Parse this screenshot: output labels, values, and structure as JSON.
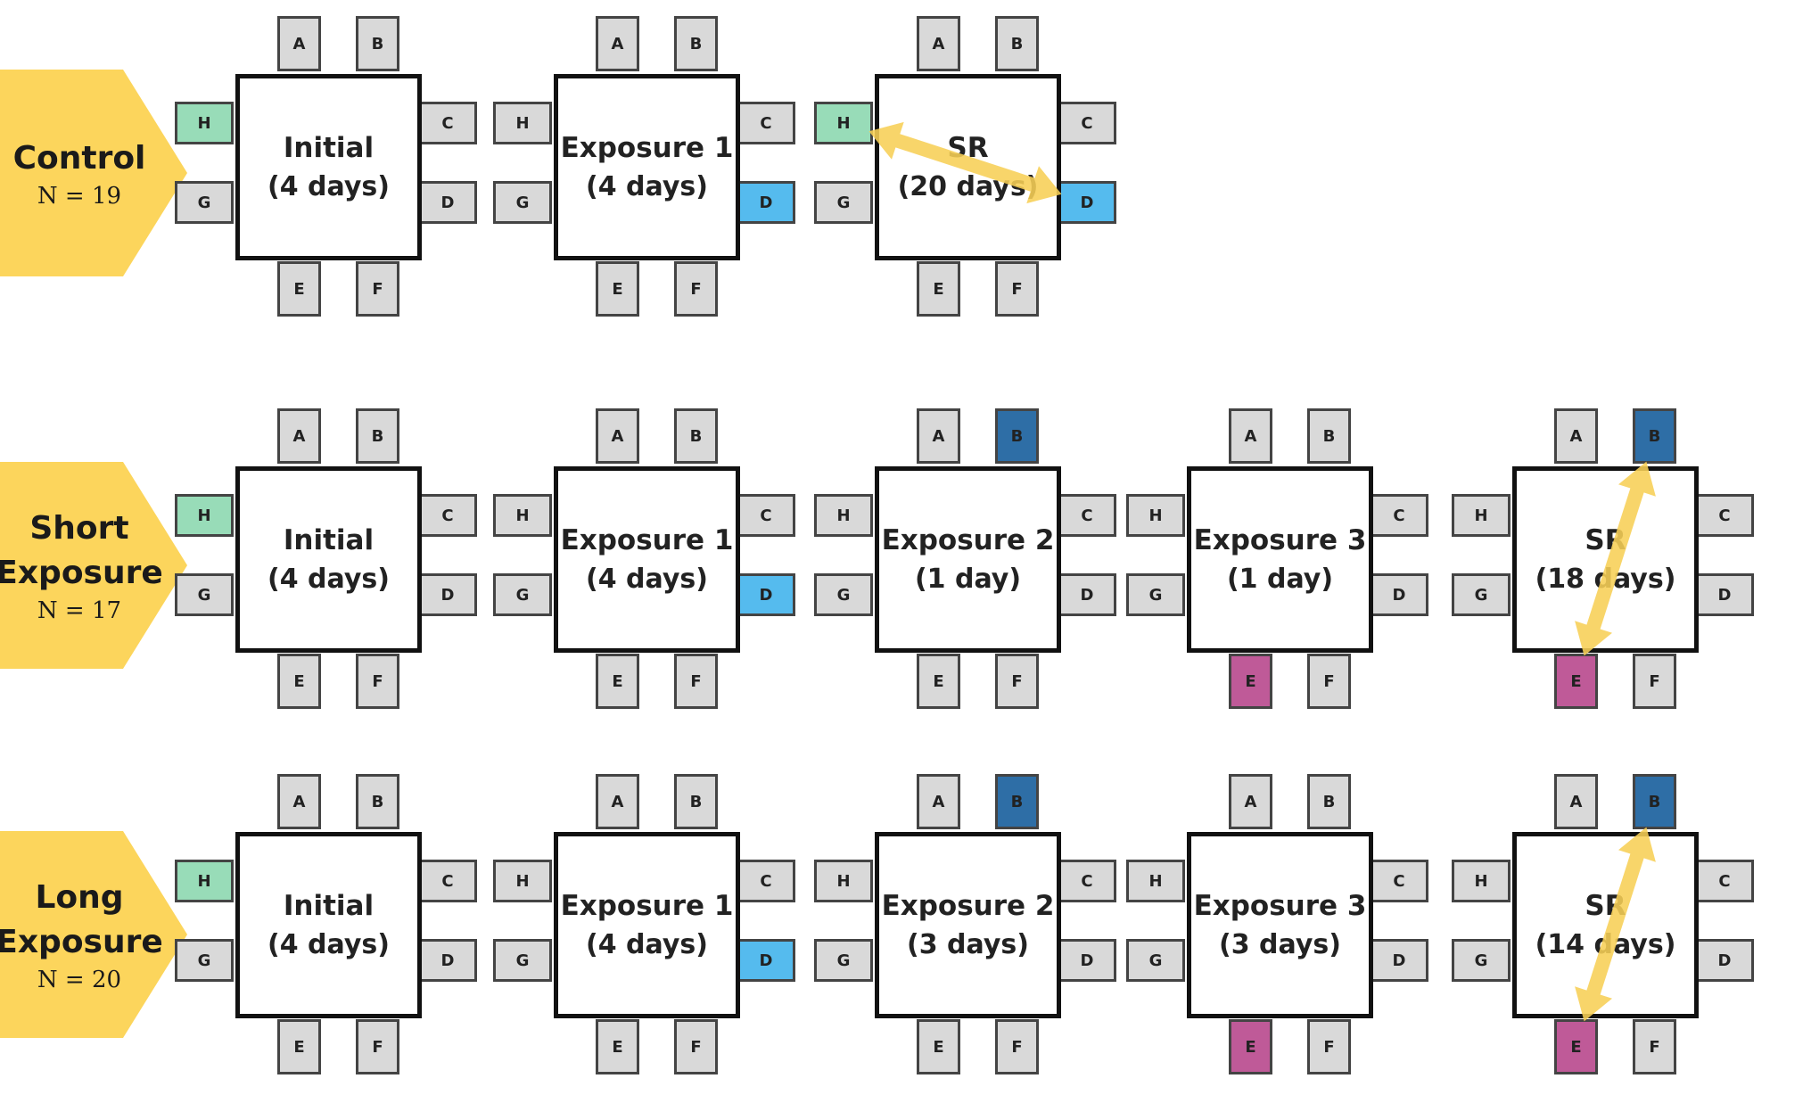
{
  "colors": {
    "label_bg": "#fcd55c",
    "port_default": "#d9d9d9",
    "green": "#98dcb8",
    "light_blue": "#55bbee",
    "dark_blue": "#2e6ea6",
    "magenta": "#bf5a98",
    "arrow": "#f7cf55"
  },
  "rows": [
    {
      "label_lines": [
        "Control"
      ],
      "count": "N = 19",
      "arenas": [
        {
          "name": "Initial",
          "duration": "(4 days)",
          "colored": {
            "H": "green"
          }
        },
        {
          "name": "Exposure 1",
          "duration": "(4 days)",
          "colored": {
            "D": "light_blue"
          }
        },
        {
          "name": "SR",
          "duration": "(20 days)",
          "colored": {
            "H": "green",
            "D": "light_blue"
          },
          "arrow": [
            "H",
            "D"
          ]
        }
      ]
    },
    {
      "label_lines": [
        "Short",
        "Exposure"
      ],
      "count": "N = 17",
      "arenas": [
        {
          "name": "Initial",
          "duration": "(4 days)",
          "colored": {
            "H": "green"
          }
        },
        {
          "name": "Exposure 1",
          "duration": "(4 days)",
          "colored": {
            "D": "light_blue"
          }
        },
        {
          "name": "Exposure 2",
          "duration": "(1 day)",
          "colored": {
            "B": "dark_blue"
          }
        },
        {
          "name": "Exposure 3",
          "duration": "(1 day)",
          "colored": {
            "E": "magenta"
          }
        },
        {
          "name": "SR",
          "duration": "(18 days)",
          "colored": {
            "B": "dark_blue",
            "E": "magenta"
          },
          "arrow": [
            "B",
            "E"
          ]
        }
      ]
    },
    {
      "label_lines": [
        "Long",
        "Exposure"
      ],
      "count": "N = 20",
      "arenas": [
        {
          "name": "Initial",
          "duration": "(4 days)",
          "colored": {
            "H": "green"
          }
        },
        {
          "name": "Exposure 1",
          "duration": "(4 days)",
          "colored": {
            "D": "light_blue"
          }
        },
        {
          "name": "Exposure 2",
          "duration": "(3 days)",
          "colored": {
            "B": "dark_blue"
          }
        },
        {
          "name": "Exposure 3",
          "duration": "(3 days)",
          "colored": {
            "E": "magenta"
          }
        },
        {
          "name": "SR",
          "duration": "(14 days)",
          "colored": {
            "B": "dark_blue",
            "E": "magenta"
          },
          "arrow": [
            "B",
            "E"
          ]
        }
      ]
    }
  ]
}
